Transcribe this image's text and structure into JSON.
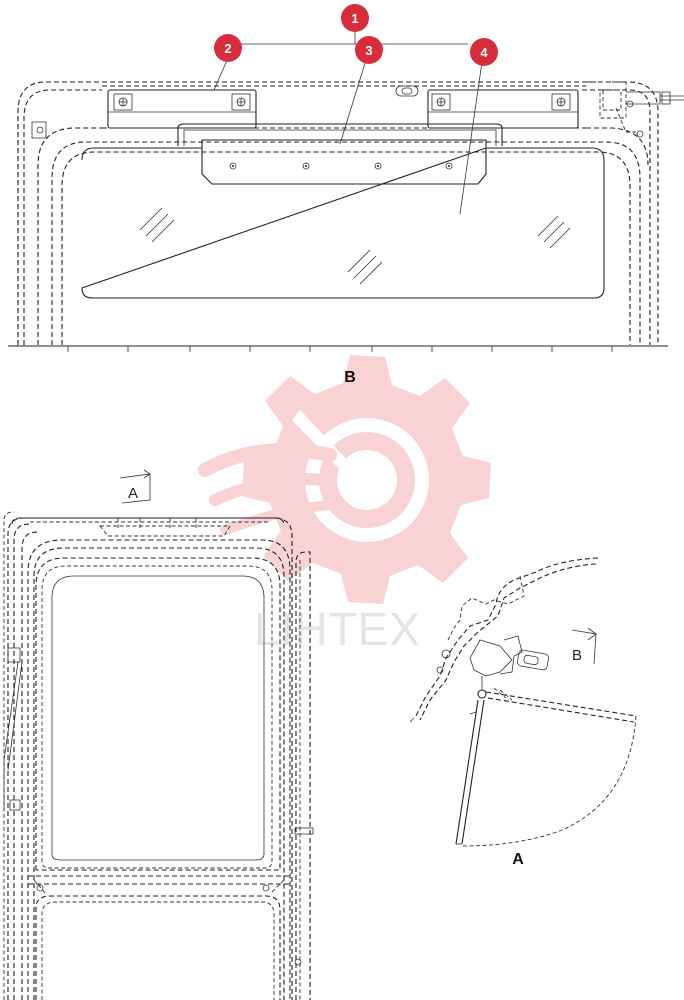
{
  "callouts": [
    {
      "number": "1"
    },
    {
      "number": "2"
    },
    {
      "number": "3"
    },
    {
      "number": "4"
    }
  ],
  "views": {
    "top": {
      "label": "B"
    },
    "detail": {
      "label": "A"
    }
  },
  "section_marks": {
    "side_view": "A",
    "detail_view": "B"
  },
  "watermark": {
    "text": "LIHTEX"
  },
  "colors": {
    "callout_fill": "#d92c3a",
    "watermark": "#f7c9cc",
    "line": "#222222"
  }
}
